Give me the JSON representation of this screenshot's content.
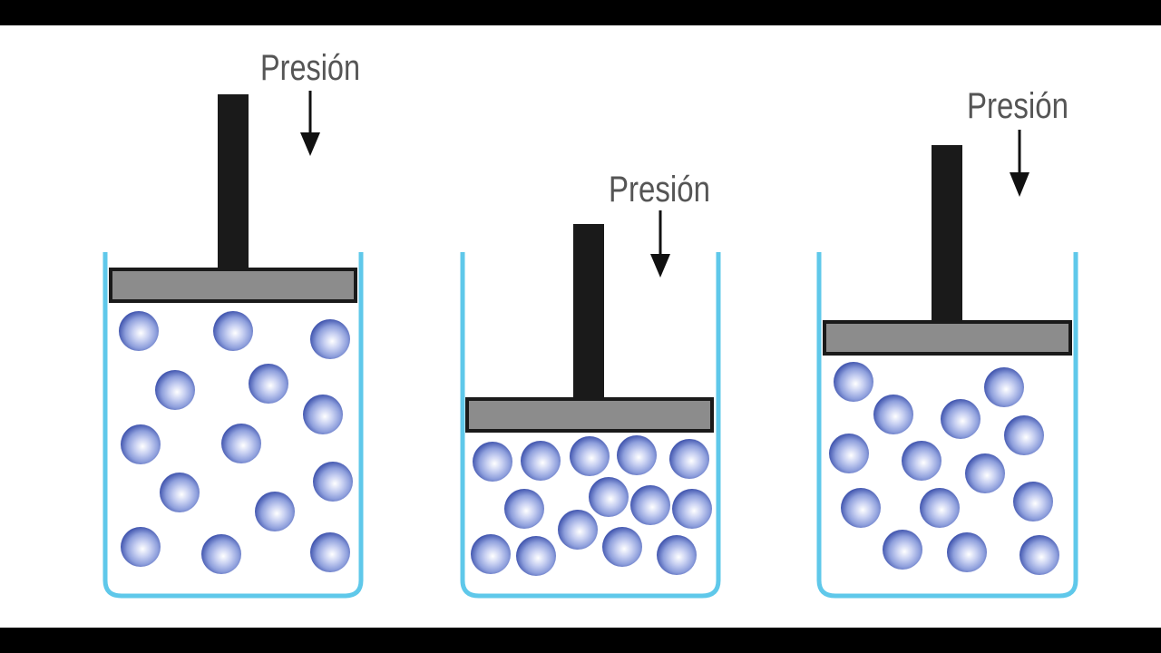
{
  "colors": {
    "letterbox": "#000000",
    "background": "#ffffff",
    "container_wall": "#5fc8ea",
    "piston_plate": "#8c8c8c",
    "piston_edge": "#1a1a1a",
    "piston_rod": "#1a1a1a",
    "label": "#555555",
    "particle_light": "#ffffff",
    "particle_mid": "#8e9fdc",
    "particle_dark": "#4458b0"
  },
  "icons": [
    "down-arrow-icon",
    "particle-circle"
  ],
  "diagrams": [
    {
      "name": "initial",
      "label": "Presión"
    },
    {
      "name": "compressed",
      "label": "Presión"
    },
    {
      "name": "expanded",
      "label": "Presión"
    }
  ]
}
